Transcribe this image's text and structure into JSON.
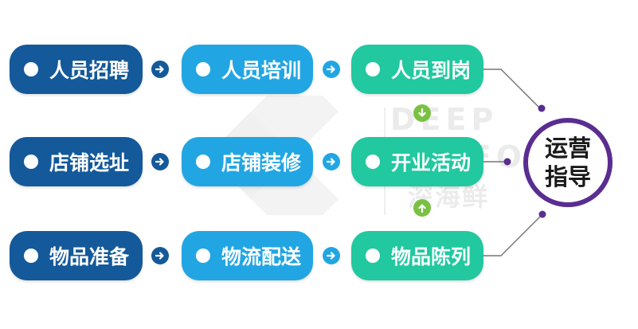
{
  "rows": [
    [
      "人员招聘",
      "人员培训",
      "人员到岗"
    ],
    [
      "店铺选址",
      "店铺装修",
      "开业活动"
    ],
    [
      "物品准备",
      "物流配送",
      "物品陈列"
    ]
  ],
  "center": {
    "line1": "运营",
    "line2": "指导"
  },
  "watermark": {
    "line1": "DEEP",
    "line2": "SEAFOOD",
    "line3": "深海鲜"
  },
  "colors": {
    "col1": "#14599a",
    "col2": "#21a6e3",
    "col3": "#21c8a0",
    "connector": "#5a2d91",
    "vertical_arrow": "#7ac143"
  },
  "icons": {
    "horizontal_arrow": "arrow-right-icon",
    "down_arrow": "arrow-down-icon",
    "up_arrow": "arrow-up-icon"
  }
}
